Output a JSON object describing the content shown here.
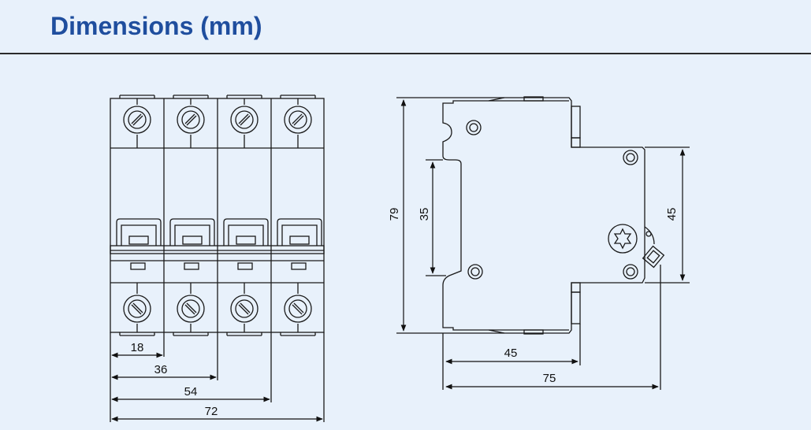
{
  "title": "Dimensions (mm)",
  "front_view": {
    "poles": 4,
    "dimensions": {
      "pole_width": "18",
      "two_poles": "36",
      "three_poles": "54",
      "four_poles": "72"
    }
  },
  "side_view": {
    "dimensions": {
      "overall_height": "79",
      "rail_height": "35",
      "front_height": "45",
      "front_depth": "45",
      "overall_depth": "75"
    }
  },
  "colors": {
    "title": "#1f4e9e",
    "background": "#e8f1fb",
    "line": "#1a1a1a"
  }
}
